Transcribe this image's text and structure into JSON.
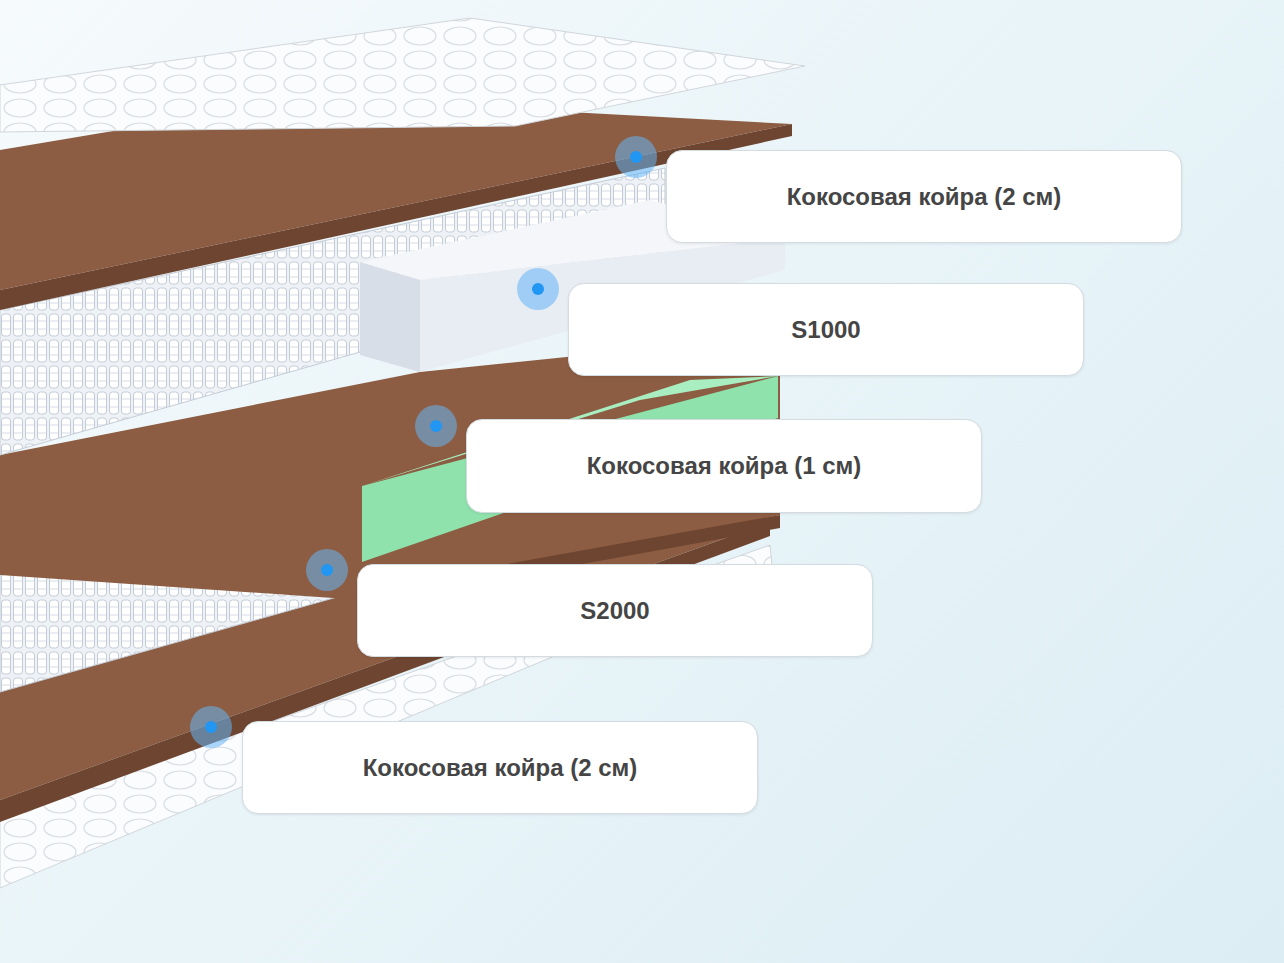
{
  "diagram": {
    "nodes": [
      {
        "text": [
          "Кокосовая койра (2 см)"
        ]
      },
      {
        "text": [
          "S1000"
        ]
      },
      {
        "text": [
          "Кокосовая койра (1 см)"
        ]
      },
      {
        "text": [
          "S2000"
        ]
      },
      {
        "text": [
          "Кокосовая койра (2 см)"
        ]
      }
    ]
  }
}
